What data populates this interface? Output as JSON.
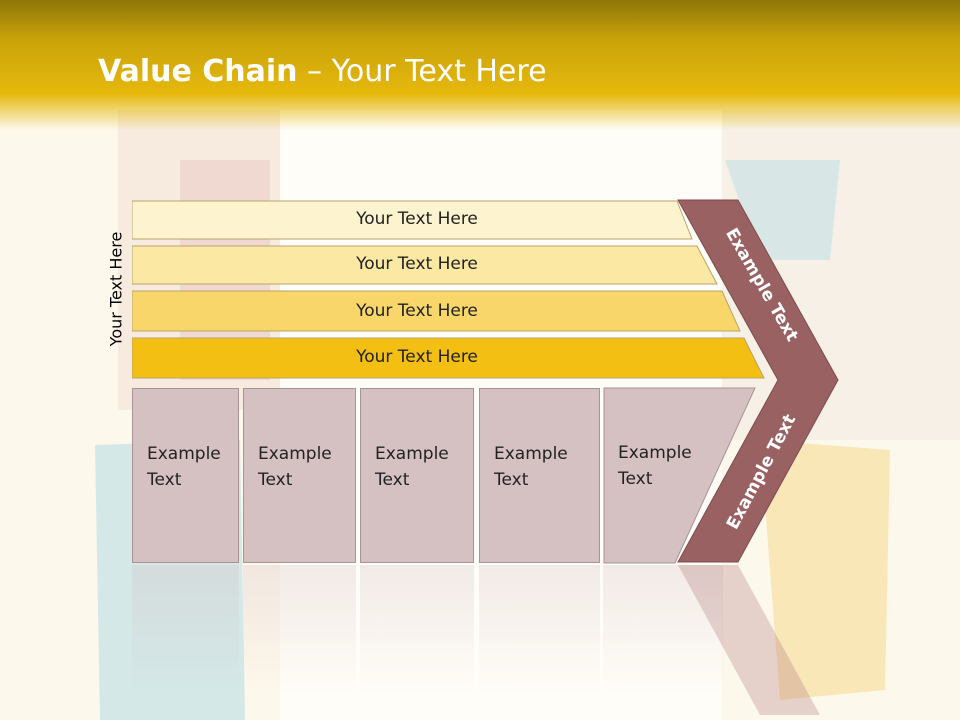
{
  "header": {
    "title_bold": "Value Chain",
    "title_rest": " – Your Text Here"
  },
  "side_label": "Your Text Here",
  "bands": [
    {
      "label": "Your Text Here",
      "color": "#fdf3cf"
    },
    {
      "label": "Your Text Here",
      "color": "#fbe8a2"
    },
    {
      "label": "Your Text Here",
      "color": "#f8d66a"
    },
    {
      "label": "Your Text Here",
      "color": "#f2bf12"
    }
  ],
  "boxes": [
    {
      "line1": "Example",
      "line2": "Text"
    },
    {
      "line1": "Example",
      "line2": "Text"
    },
    {
      "line1": "Example",
      "line2": "Text"
    },
    {
      "line1": "Example",
      "line2": "Text"
    },
    {
      "line1": "Example",
      "line2": "Text"
    }
  ],
  "chevron": {
    "top_label": "Example Text",
    "bottom_label": "Example Text",
    "color": "#9a6162"
  }
}
